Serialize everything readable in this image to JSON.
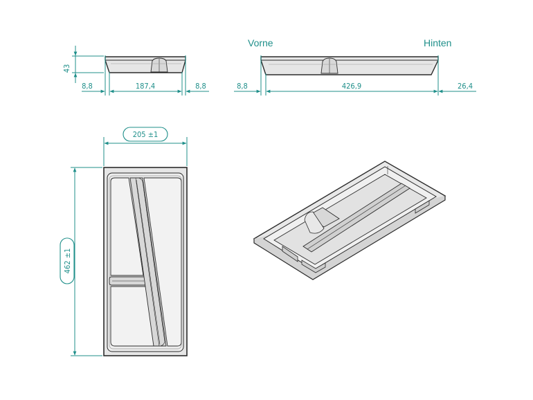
{
  "labels": {
    "front": "Vorne",
    "back": "Hinten"
  },
  "dimensions": {
    "side_height": "43",
    "side_left_margin": "8,8",
    "side_inner_width": "187,4",
    "side_right_margin": "8,8",
    "front_left_margin": "8,8",
    "front_inner_length": "426,9",
    "front_right_margin": "26,4",
    "top_width": "205 ±1",
    "top_length": "462 ±1"
  },
  "colors": {
    "dimension": "#1f8f8a",
    "outline": "#2b2b2b",
    "fill": "#e6e6e6"
  }
}
